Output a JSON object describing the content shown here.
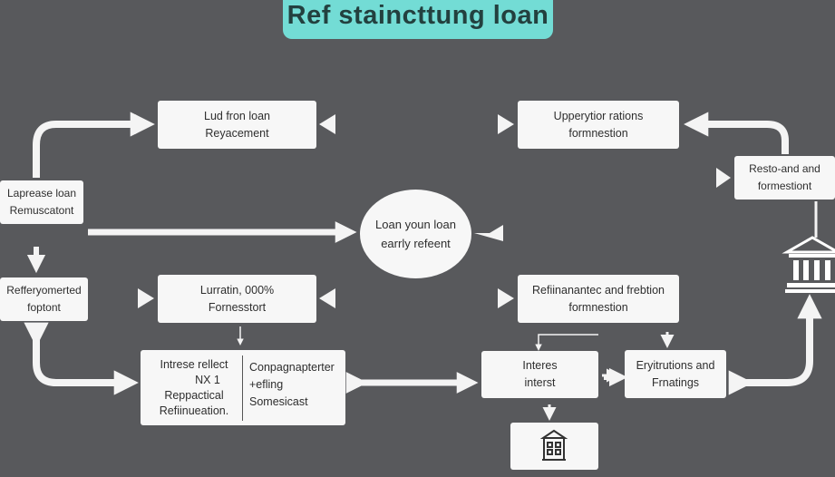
{
  "title": "Ref staincttung loan",
  "boxes": {
    "lud_from_loan": [
      "Lud fron loan",
      "Reyacement"
    ],
    "upperytior": [
      "Upperytior rations",
      "formnestion"
    ],
    "resto_and": [
      "Resto-and and",
      "formestiont"
    ],
    "laprease": [
      "Laprease loan",
      "Remuscatont"
    ],
    "circle": [
      "Loan youn loan",
      "earrly refeent"
    ],
    "refferyomerted": [
      "Refferyomerted",
      "foptont"
    ],
    "lurratin": [
      "Lurratin, 000%",
      "Fornesstort"
    ],
    "refiinanantec": [
      "Refiinanantec and frebtion",
      "formnestion"
    ],
    "interes": [
      "Interes",
      "interst"
    ],
    "eryitrutions": [
      "Eryitrutions and",
      "Frnatings"
    ]
  },
  "split_box": {
    "left": [
      "Intrese rellect",
      "NX 1",
      "Reppactical",
      "Refiinueation."
    ],
    "right": [
      "Conpagnapterter",
      "+efling",
      "Somesicast"
    ]
  },
  "icons": [
    "bank-icon",
    "building-icon"
  ],
  "colors": {
    "background": "#58595c",
    "title_bg": "#73dcd5",
    "box_bg": "#f7f7f7",
    "arrow": "#f4f4f4"
  }
}
